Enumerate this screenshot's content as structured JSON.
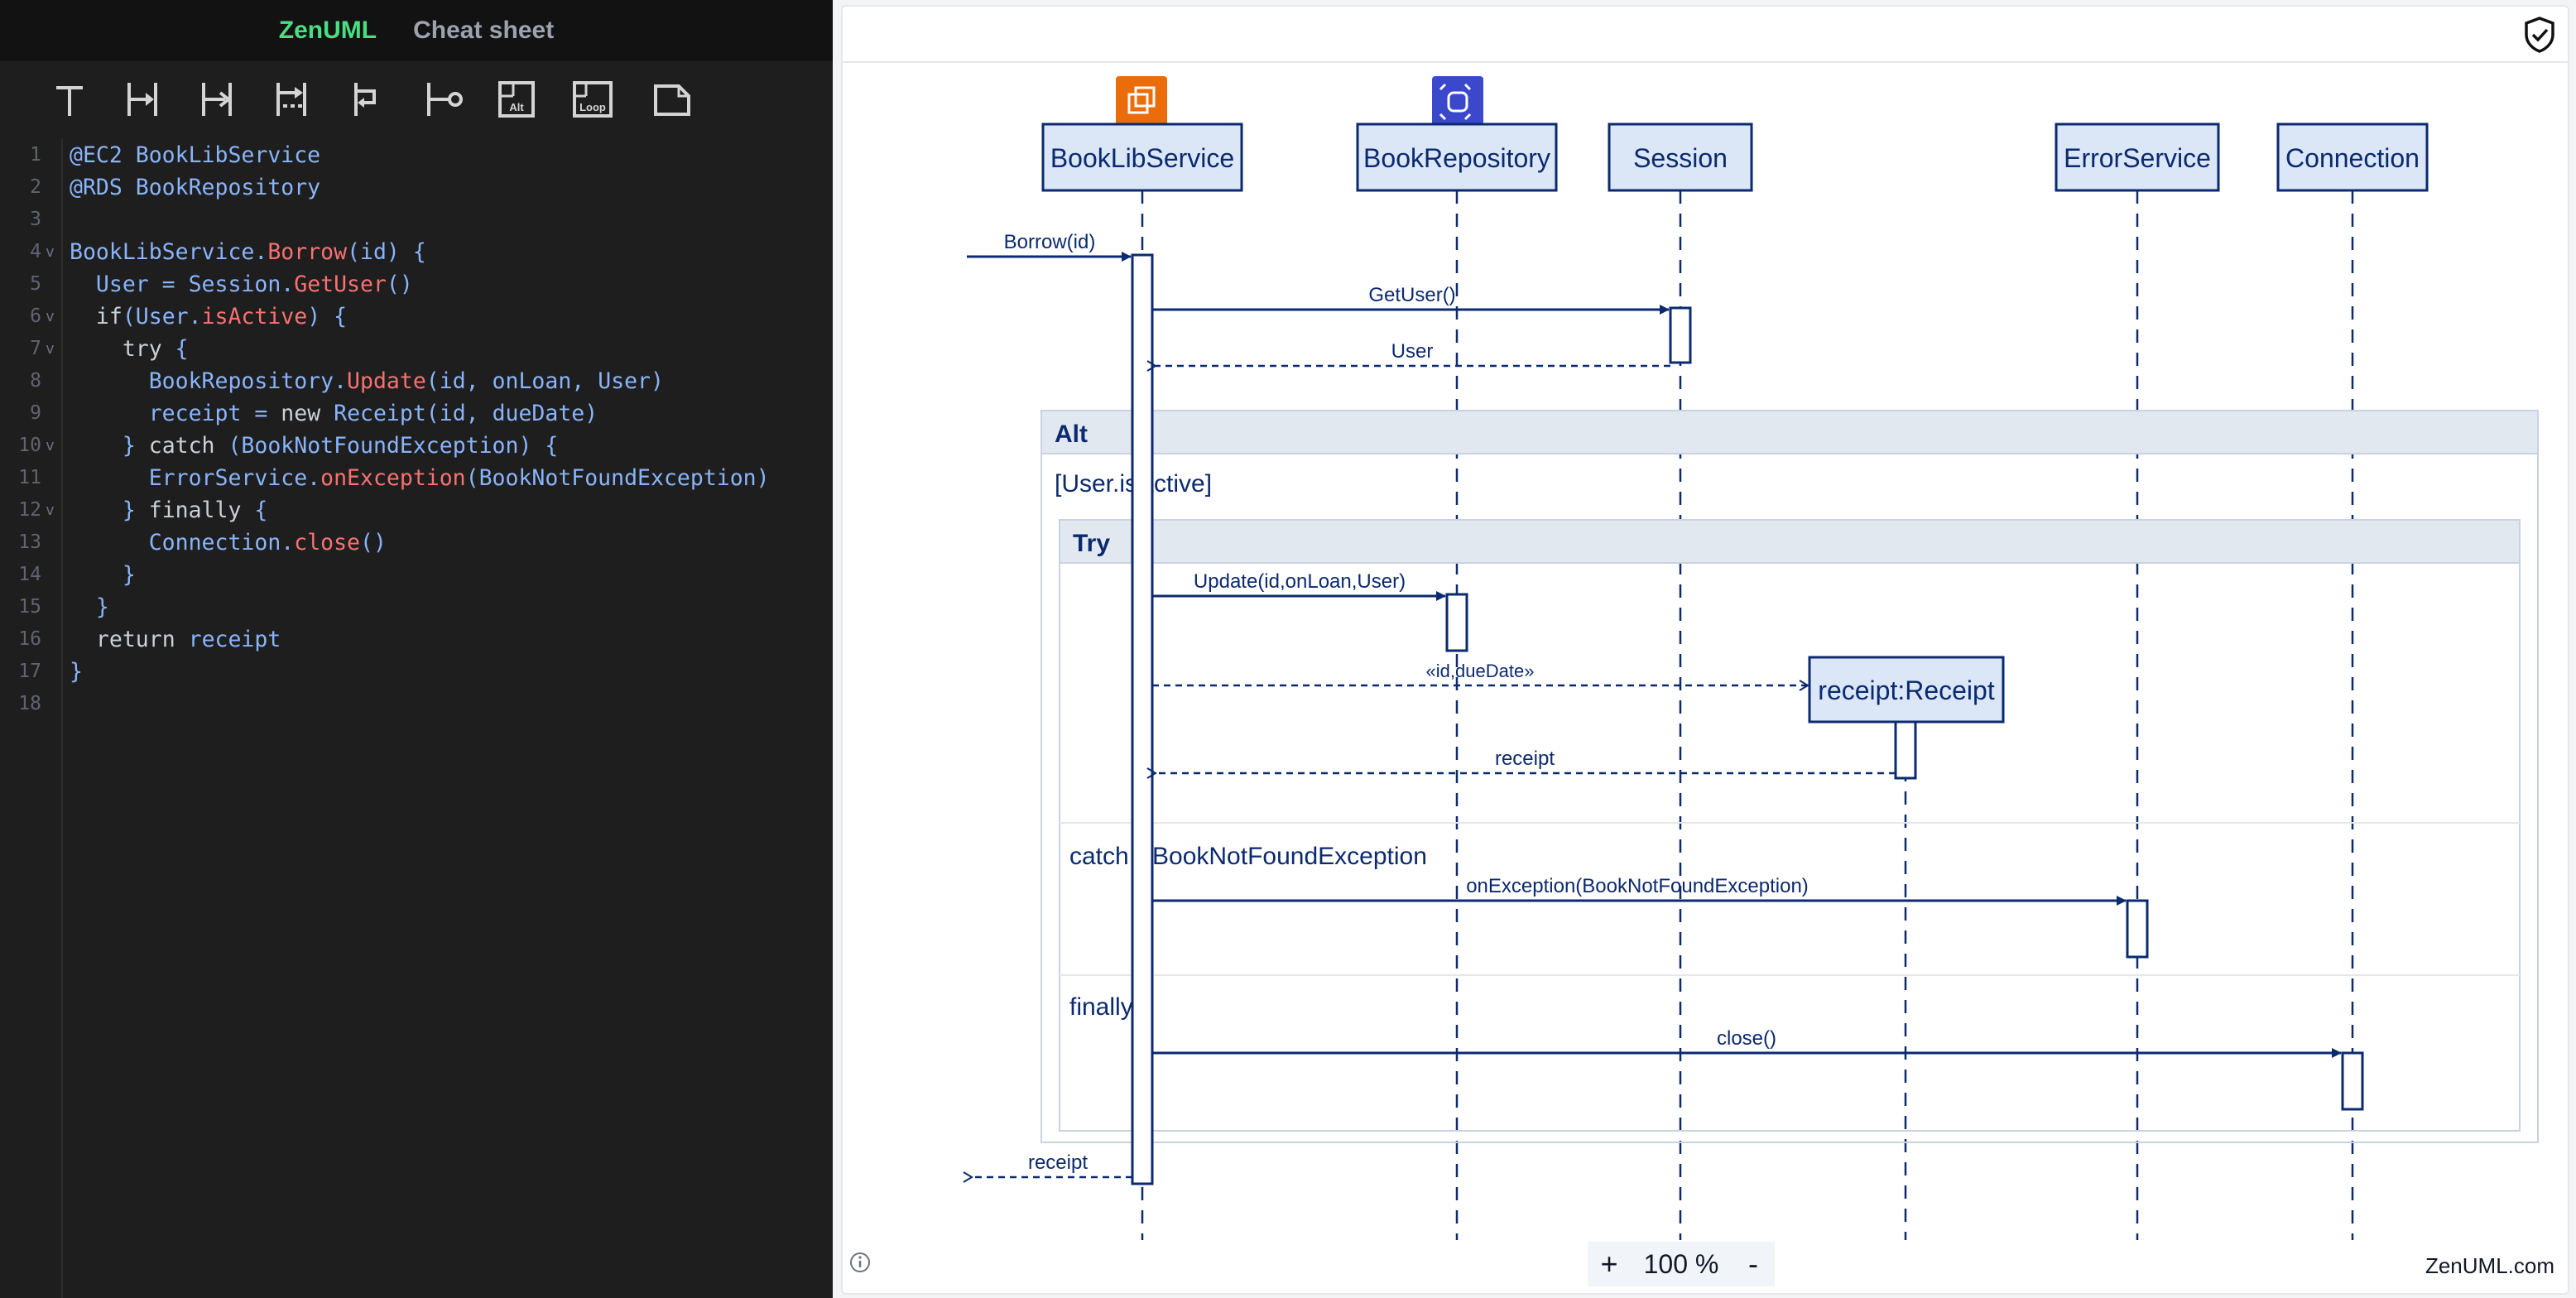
{
  "header": {
    "tab_zenuml": "ZenUML",
    "tab_cheatsheet": "Cheat sheet"
  },
  "toolbar": {
    "buttons": [
      {
        "icon": "participant-icon"
      },
      {
        "icon": "sync-message-icon"
      },
      {
        "icon": "async-message-icon"
      },
      {
        "icon": "return-message-icon"
      },
      {
        "icon": "self-message-icon"
      },
      {
        "icon": "creation-message-icon"
      },
      {
        "icon": "alt-fragment-icon",
        "label": "Alt"
      },
      {
        "icon": "loop-fragment-icon",
        "label": "Loop"
      },
      {
        "icon": "note-icon"
      }
    ]
  },
  "editor": {
    "lines": [
      {
        "n": "1",
        "code": "@EC2 BookLibService"
      },
      {
        "n": "2",
        "code": "@RDS BookRepository"
      },
      {
        "n": "3",
        "code": ""
      },
      {
        "n": "4",
        "code": "BookLibService.Borrow(id) {",
        "fold": true
      },
      {
        "n": "5",
        "code": "  User = Session.GetUser()"
      },
      {
        "n": "6",
        "code": "  if(User.isActive) {",
        "fold": true
      },
      {
        "n": "7",
        "code": "    try {",
        "fold": true
      },
      {
        "n": "8",
        "code": "      BookRepository.Update(id, onLoan, User)"
      },
      {
        "n": "9",
        "code": "      receipt = new Receipt(id, dueDate)"
      },
      {
        "n": "10",
        "code": "    } catch (BookNotFoundException) {",
        "fold": true
      },
      {
        "n": "11",
        "code": "      ErrorService.onException(BookNotFoundException)"
      },
      {
        "n": "12",
        "code": "    } finally {",
        "fold": true
      },
      {
        "n": "13",
        "code": "      Connection.close()"
      },
      {
        "n": "14",
        "code": "    }"
      },
      {
        "n": "15",
        "code": "  }"
      },
      {
        "n": "16",
        "code": "  return receipt"
      },
      {
        "n": "17",
        "code": "}"
      },
      {
        "n": "18",
        "code": ""
      }
    ]
  },
  "diagram": {
    "participants": [
      {
        "name": "BookLibService",
        "icon": "ec2-icon",
        "icon_color": "#ea6c0a"
      },
      {
        "name": "BookRepository",
        "icon": "rds-icon",
        "icon_color": "#3b48cc"
      },
      {
        "name": "Session"
      },
      {
        "name": "ErrorService"
      },
      {
        "name": "Connection"
      }
    ],
    "created_participant": "receipt:Receipt",
    "messages": {
      "borrow": "Borrow(id)",
      "get_user": "GetUser()",
      "user_return": "User",
      "update": "Update(id,onLoan,User)",
      "create_receipt": "«id,dueDate»",
      "receipt_return": "receipt",
      "on_exception": "onException(BookNotFoundException)",
      "close": "close()",
      "final_return": "receipt"
    },
    "fragments": {
      "alt_label": "Alt",
      "alt_condition": "[User.isActive]",
      "try_label": "Try",
      "catch_label": "catch",
      "catch_exception": "BookNotFoundException",
      "finally_label": "finally"
    },
    "stroke_color": "#0b2a6f",
    "fill_color": "#dbe7f6"
  },
  "footer": {
    "zoom_in": "+",
    "zoom_level": "100 %",
    "zoom_out": "-",
    "brand": "ZenUML.com"
  }
}
